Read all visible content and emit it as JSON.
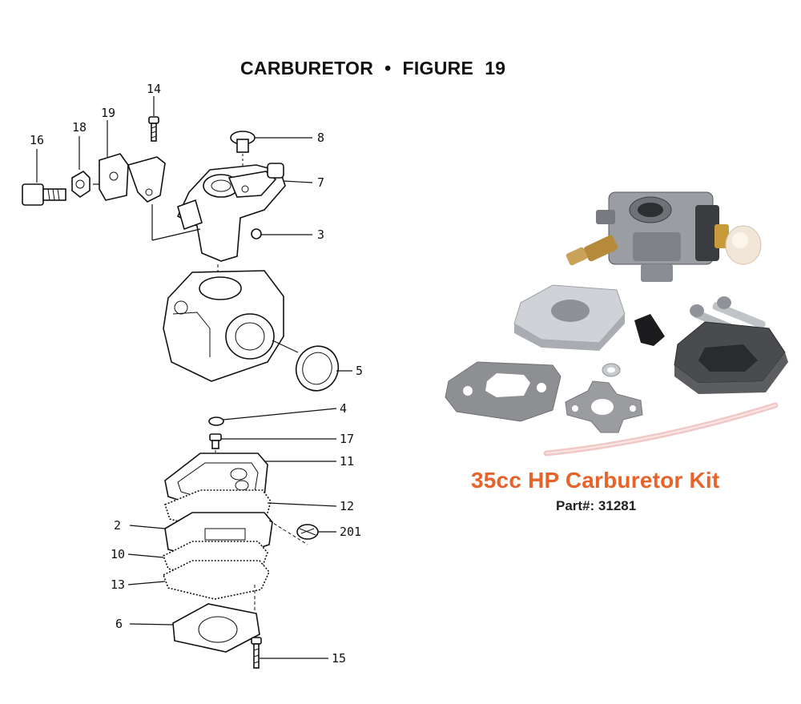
{
  "figure": {
    "title_part": "CARBURETOR",
    "separator": "•",
    "figure_label": "FIGURE",
    "figure_number": "19"
  },
  "callouts": {
    "c14": "14",
    "c19": "19",
    "c18": "18",
    "c16": "16",
    "c8": "8",
    "c7": "7",
    "c3": "3",
    "c5": "5",
    "c4": "4",
    "c17": "17",
    "c11": "11",
    "c12": "12",
    "c2": "2",
    "c201": "201",
    "c10": "10",
    "c13": "13",
    "c6": "6",
    "c15": "15"
  },
  "kit": {
    "name": "35cc HP Carburetor Kit",
    "part_number": "Part#: 31281",
    "accent_color": "#e8632a"
  }
}
